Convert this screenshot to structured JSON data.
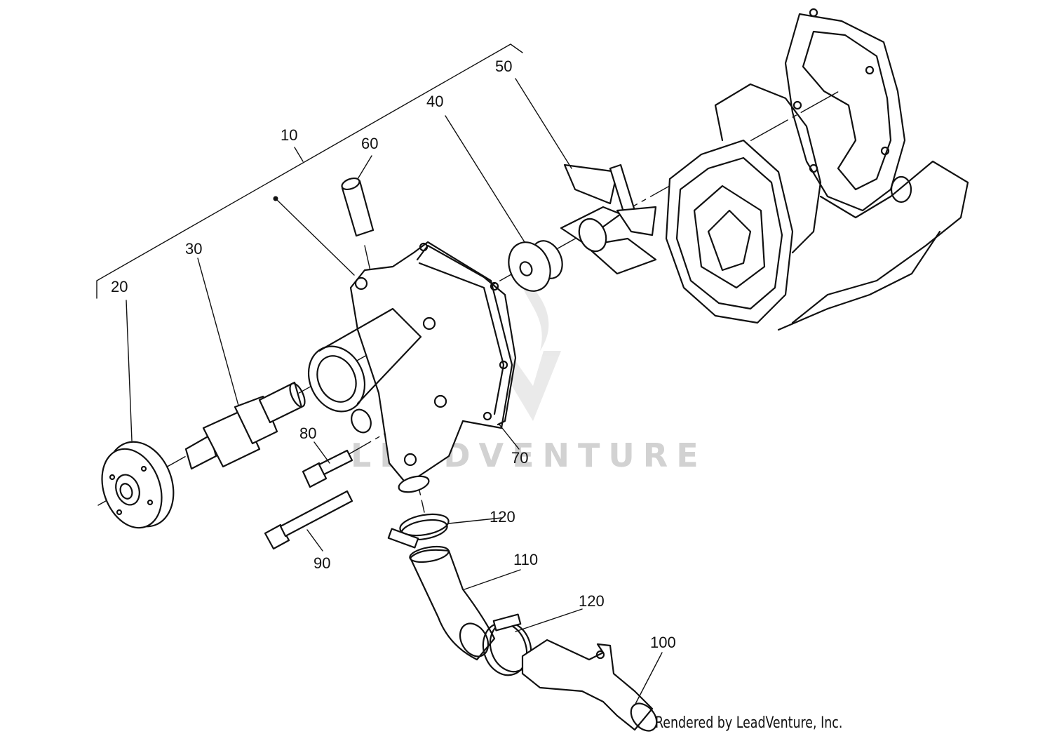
{
  "labels": [
    {
      "id": "10",
      "text": "10"
    },
    {
      "id": "20",
      "text": "20"
    },
    {
      "id": "30",
      "text": "30"
    },
    {
      "id": "40",
      "text": "40"
    },
    {
      "id": "50",
      "text": "50"
    },
    {
      "id": "60",
      "text": "60"
    },
    {
      "id": "70",
      "text": "70"
    },
    {
      "id": "80",
      "text": "80"
    },
    {
      "id": "90",
      "text": "90"
    },
    {
      "id": "100",
      "text": "100"
    },
    {
      "id": "110",
      "text": "110"
    },
    {
      "id": "120a",
      "text": "120"
    },
    {
      "id": "120b",
      "text": "120"
    }
  ],
  "watermark": "LEADVENTURE",
  "credit": "Rendered by LeadVenture, Inc."
}
